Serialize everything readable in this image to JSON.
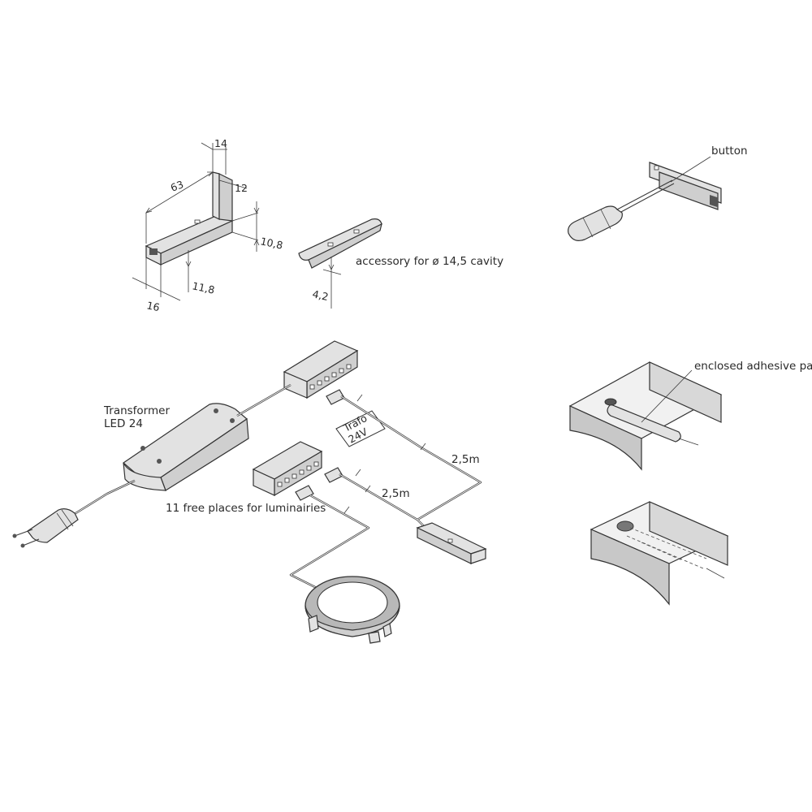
{
  "labels": {
    "button": "button",
    "accessory": "accessory for ø 14,5 cavity",
    "adhesive": "enclosed adhesive pad",
    "transformer_line1": "Transformer",
    "transformer_line2": "LED 24",
    "free_places": "11 free places for luminairies",
    "trafo_line1": "Trafo",
    "trafo_line2": "24V",
    "cable_length_1": "2,5m",
    "cable_length_2": "2,5m"
  },
  "dimensions": {
    "width_63": "63",
    "width_14": "14",
    "width_12": "12",
    "height_10_8": "10,8",
    "height_11_8": "11,8",
    "depth_16": "16",
    "height_4_2": "4,2"
  }
}
